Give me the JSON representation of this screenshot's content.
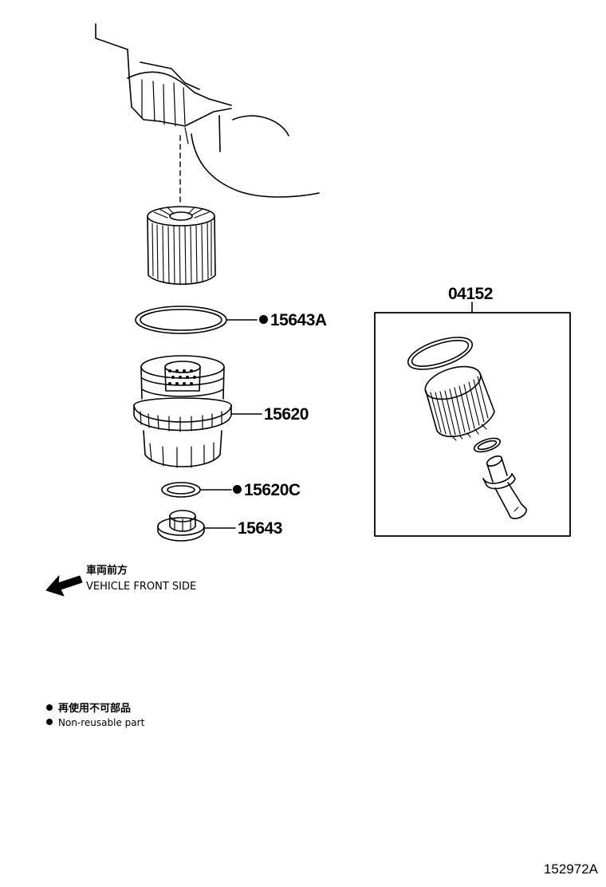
{
  "callouts": {
    "o_ring_large": "15643A",
    "cap_assembly": "15620",
    "gasket_small": "15620C",
    "drain_plug": "15643",
    "element_kit": "04152"
  },
  "direction_note": {
    "japanese": "車両前方",
    "english": "VEHICLE FRONT SIDE"
  },
  "legend": {
    "japanese": "再使用不可部品",
    "english": "Non-reusable part"
  },
  "figure_id": "152972A",
  "icons": {
    "arrow": "front-direction-arrow-icon",
    "bullet": "non-reusable-bullet-icon"
  },
  "colors": {
    "line": "#000000",
    "background": "#ffffff"
  }
}
